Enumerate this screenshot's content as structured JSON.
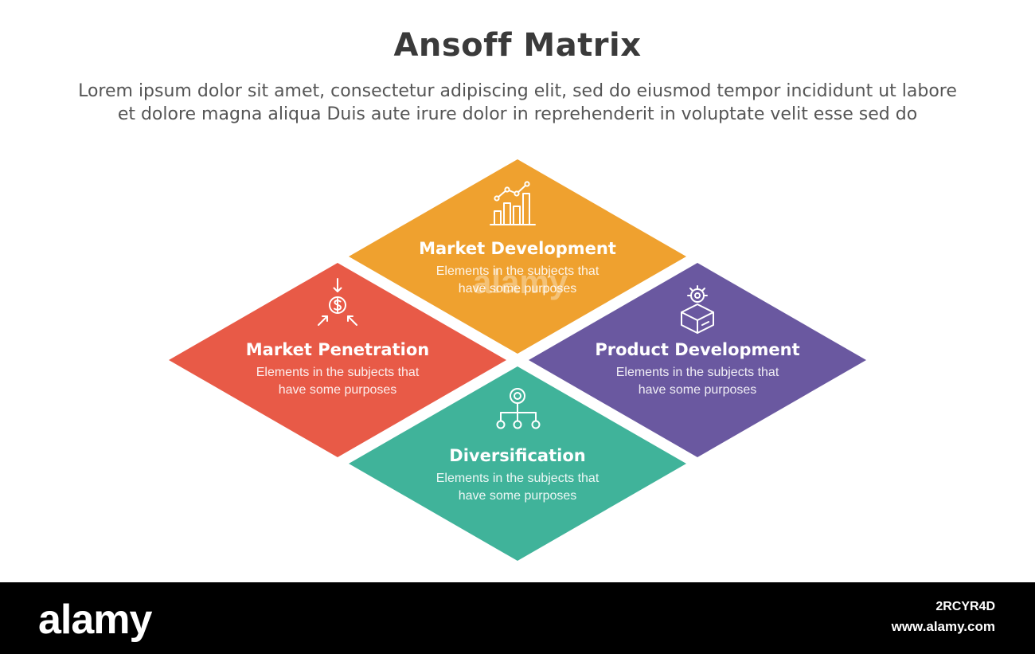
{
  "title": "Ansoff Matrix",
  "subtitle_line1": "Lorem ipsum dolor sit amet, consectetur adipiscing elit, sed do eiusmod tempor incididunt ut labore",
  "subtitle_line2": "et dolore magna aliqua Duis aute irure dolor in reprehenderit in voluptate velit esse sed do",
  "quadrants": [
    {
      "key": "top",
      "heading": "Market Development",
      "desc": "Elements in the subjects that have  some purposes",
      "color": "#EFA12F",
      "icon": "bar-chart-trend-icon"
    },
    {
      "key": "left",
      "heading": "Market Penetration",
      "desc": "Elements in the subjects that have  some purposes",
      "color": "#E85A47",
      "icon": "dollar-arrows-in-icon"
    },
    {
      "key": "right",
      "heading": "Product Development",
      "desc": "Elements in the subjects that have  some purposes",
      "color": "#6A58A0",
      "icon": "gear-box-icon"
    },
    {
      "key": "bottom",
      "heading": "Diversification",
      "desc": "Elements in the subjects that have  some purposes",
      "color": "#40B39A",
      "icon": "hierarchy-icon"
    }
  ],
  "footer": {
    "brand": "alamy",
    "image_id": "2RCYR4D",
    "site": "www.alamy.com"
  },
  "watermark": "alamy"
}
